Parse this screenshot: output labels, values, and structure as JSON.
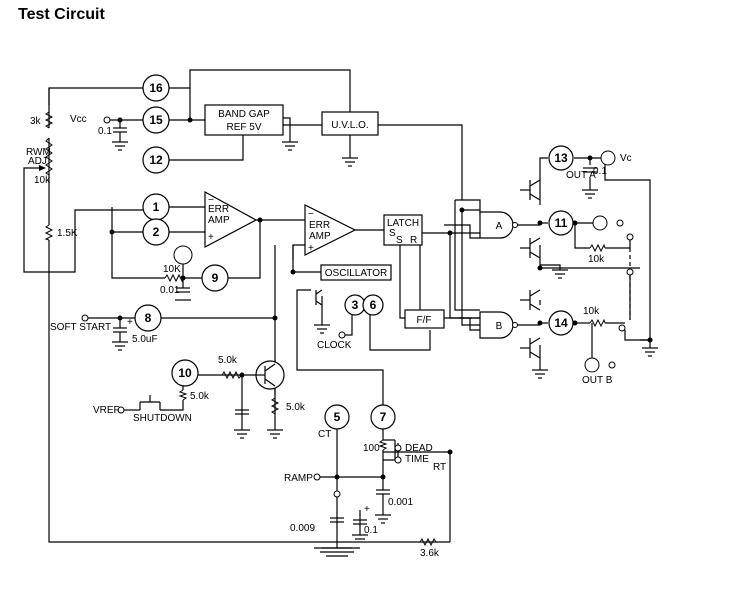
{
  "title": "Test Circuit",
  "pins": {
    "p16": "16",
    "p15": "15",
    "p12": "12",
    "p1": "1",
    "p2": "2",
    "p9": "9",
    "p8": "8",
    "p10": "10",
    "p3": "3",
    "p6": "6",
    "p5": "5",
    "p7": "7",
    "p13": "13",
    "p11": "11",
    "p14": "14"
  },
  "blocks": {
    "bandgap_1": "BAND GAP",
    "bandgap_2": "REF 5V",
    "uvlo": "U.V.L.O.",
    "err1_1": "ERR",
    "err1_2": "AMP",
    "err2_1": "ERR",
    "err2_2": "AMP",
    "latch": "LATCH",
    "latch_s1": "S",
    "latch_s2": "S",
    "latch_r": "R",
    "oscillator": "OSCILLATOR",
    "ff": "F/F",
    "gate_a": "A",
    "gate_b": "B"
  },
  "labels": {
    "r3k": "3k",
    "vcc": "Vcc",
    "c01": "0.1",
    "rwm_1": "RWM",
    "rwm_2": "ADJ",
    "r10k_pot": "10k",
    "r15k": "1.5K",
    "r10k": "10K",
    "c001": "0.01",
    "soft_start": "SOFT START",
    "c5u": "5.0uF",
    "r50k_a": "5.0k",
    "r50k_b": "5.0k",
    "r50k_c": "5.0k",
    "vref": "VREF",
    "shutdown": "SHUTDOWN",
    "clock": "CLOCK",
    "ct": "CT",
    "r100": "100",
    "dead_1": "DEAD",
    "dead_2": "TIME",
    "rt": "RT",
    "ramp": "RAMP",
    "c0009": "0.009",
    "c001b": "0.001",
    "c01b": "0.1",
    "r36k": "3.6k",
    "vc": "Vc",
    "c01c": "0.1",
    "out_a": "OUT A",
    "r10k_a": "10k",
    "r10k_b": "10k",
    "out_b": "OUT B",
    "plus1": "+",
    "minus1": "−",
    "plus2": "+",
    "minus2": "−",
    "plus_cap1": "+",
    "plus_cap2": "+"
  }
}
